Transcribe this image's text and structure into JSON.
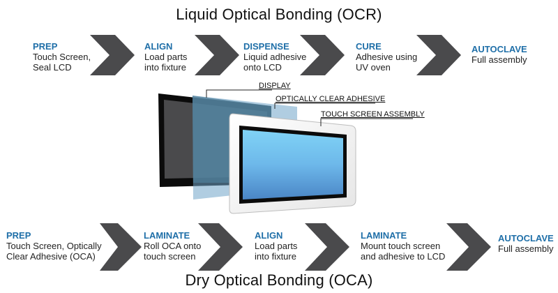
{
  "top_section": {
    "title": "Liquid Optical Bonding (OCR)",
    "steps": [
      {
        "head": "PREP",
        "line1": "Touch Screen,",
        "line2": "Seal LCD"
      },
      {
        "head": "ALIGN",
        "line1": "Load parts",
        "line2": "into fixture"
      },
      {
        "head": "DISPENSE",
        "line1": "Liquid adhesive",
        "line2": "onto LCD"
      },
      {
        "head": "CURE",
        "line1": "Adhesive using",
        "line2": "UV oven"
      },
      {
        "head": "AUTOCLAVE",
        "line1": "Full assembly",
        "line2": ""
      }
    ]
  },
  "illustration": {
    "labels": {
      "display": "DISPLAY",
      "oca": "OPTICALLY CLEAR ADHESIVE",
      "touch": "TOUCH SCREEN ASSEMBLY"
    }
  },
  "bottom_section": {
    "title": "Dry Optical Bonding (OCA)",
    "steps": [
      {
        "head": "PREP",
        "line1": "Touch Screen, Optically",
        "line2": "Clear Adhesive (OCA)"
      },
      {
        "head": "LAMINATE",
        "line1": "Roll OCA onto",
        "line2": "touch screen"
      },
      {
        "head": "ALIGN",
        "line1": "Load parts",
        "line2": "into fixture"
      },
      {
        "head": "LAMINATE",
        "line1": "Mount touch screen",
        "line2": "and adhesive to LCD"
      },
      {
        "head": "AUTOCLAVE",
        "line1": "Full assembly",
        "line2": ""
      }
    ]
  },
  "colors": {
    "step_heading": "#1f6fa8",
    "chevron": "#4a4a4c",
    "screen_top": "#7fd0f5",
    "screen_bottom": "#4a86c6"
  }
}
